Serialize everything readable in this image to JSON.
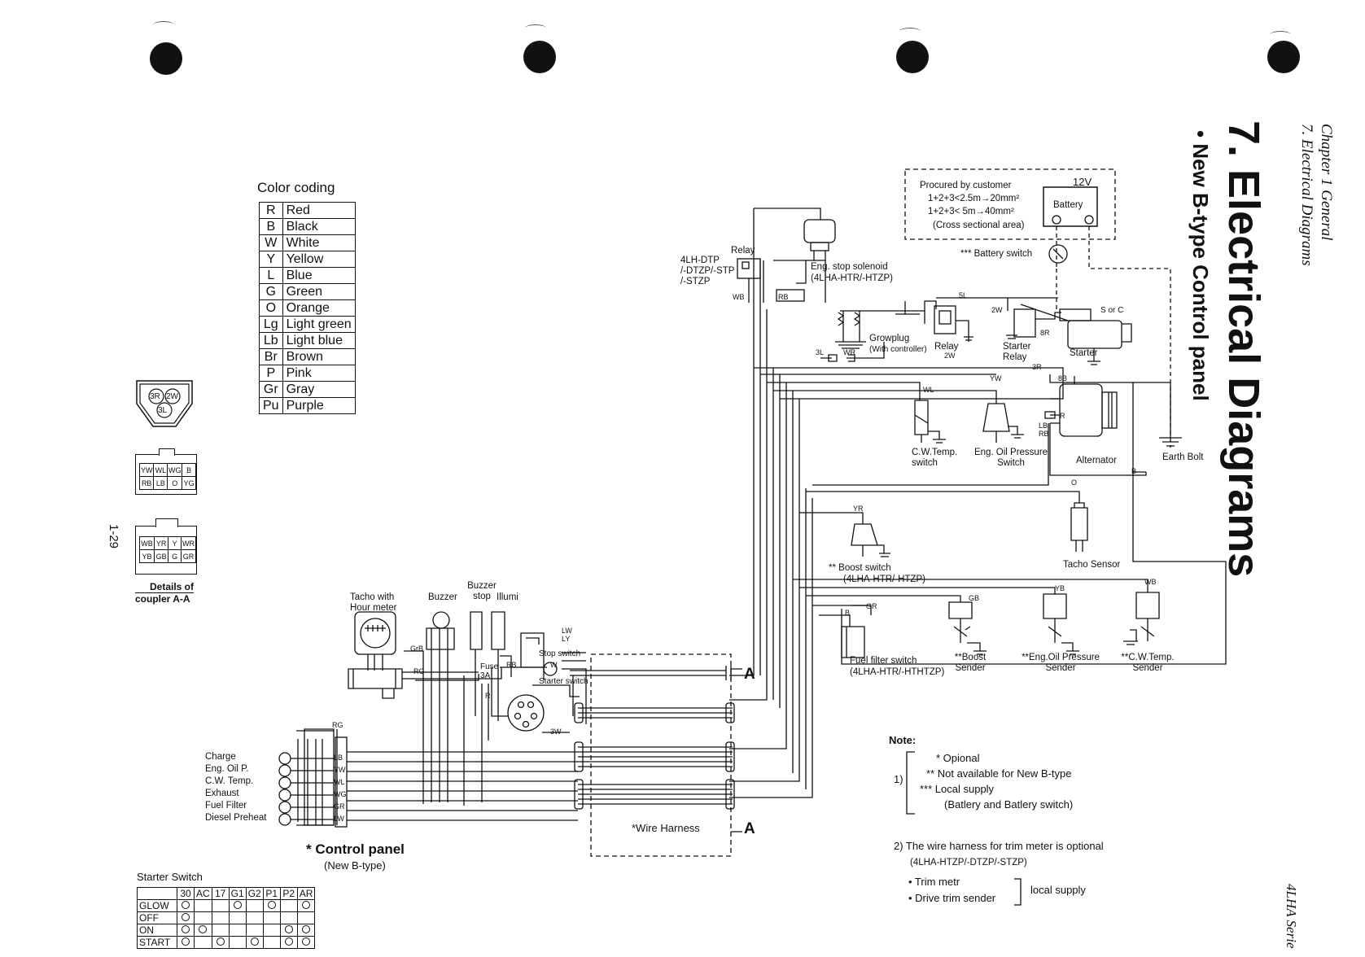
{
  "header": {
    "chapter": "Chapter 1 General",
    "section": "7. Electrical Diagrams",
    "title": "7. Electrical Diagrams",
    "subtitle": "• New B-type Control panel",
    "footer_series": "4LHA Serie",
    "page_number": "1-29"
  },
  "color_coding": {
    "title": "Color coding",
    "rows": [
      {
        "code": "R",
        "name": "Red"
      },
      {
        "code": "B",
        "name": "Black"
      },
      {
        "code": "W",
        "name": "White"
      },
      {
        "code": "Y",
        "name": "Yellow"
      },
      {
        "code": "L",
        "name": "Blue"
      },
      {
        "code": "G",
        "name": "Green"
      },
      {
        "code": "O",
        "name": "Orange"
      },
      {
        "code": "Lg",
        "name": "Light green"
      },
      {
        "code": "Lb",
        "name": "Light blue"
      },
      {
        "code": "Br",
        "name": "Brown"
      },
      {
        "code": "P",
        "name": "Pink"
      },
      {
        "code": "Gr",
        "name": "Gray"
      },
      {
        "code": "Pu",
        "name": "Purple"
      }
    ]
  },
  "coupler_details": {
    "triangle": [
      "3R",
      "2W",
      "3L"
    ],
    "coupler1": [
      [
        "YW",
        "WL",
        "WG",
        "B"
      ],
      [
        "RB",
        "LB",
        "O",
        "YG"
      ]
    ],
    "coupler2": [
      [
        "WB",
        "YR",
        "Y",
        "WR"
      ],
      [
        "YB",
        "GB",
        "G",
        "GR"
      ]
    ],
    "label_line1": "Details of",
    "label_line2": "coupler A-A"
  },
  "battery_box": {
    "line1": "Procured by customer",
    "line2": "1+2+3<2.5m→20mm²",
    "line3": "1+2+3< 5m→40mm²",
    "line4": "(Cross sectional area)",
    "voltage": "12V",
    "battery": "Battery",
    "battery_switch": "*** Battery switch"
  },
  "components": {
    "relay": "Relay",
    "relay_models": [
      "4LH-DTP",
      "/-DTZP/-STP",
      "/-STZP"
    ],
    "eng_stop_solenoid": "Eng. stop solenoid",
    "eng_stop_solenoid_models": "(4LHA-HTR/-HTZP)",
    "growplug": "Growplug",
    "growplug_note": "(With controller)",
    "relay2": "Relay",
    "starter_relay": "Starter Relay",
    "starter": "Starter",
    "s_or_c": "S or C",
    "cw_temp_switch": "C.W.Temp. switch",
    "eng_oil_pressure_switch": "Eng. Oil Pressure Switch",
    "alternator": "Alternator",
    "earth_bolt": "Earth Bolt",
    "tacho_sensor": "Tacho Sensor",
    "boost_switch": "** Boost switch",
    "boost_switch_models": "(4LHA-HTR/-HTZP)",
    "fuel_filter_switch": "Fuel filter switch",
    "fuel_filter_switch_models": "(4LHA-HTR/-HTHTZP)",
    "boost_sender": "**Boost Sender",
    "oil_pressure_sender": "**Eng.Oil Pressure Sender",
    "cw_temp_sender": "**C.W.Temp. Sender",
    "tacho_hour_meter": "Tacho with Hour meter",
    "buzzer": "Buzzer",
    "buzzer_stop": "Buzzer stop",
    "illumi": "Illumi",
    "fuse": "Fuse 3A",
    "stop_switch": "Stop switch",
    "starter_switch": "Starter switch",
    "wire_harness": "*Wire Harness",
    "section_a": "A",
    "control_panel": "* Control panel",
    "control_panel_sub": "(New B-type)"
  },
  "indicators": [
    "Charge",
    "Eng. Oil P.",
    "C.W. Temp.",
    "Exhaust",
    "Fuel Filter",
    "Diesel Preheat"
  ],
  "wire_labels": [
    "5L",
    "2W",
    "2W",
    "3L",
    "WR",
    "3R",
    "8R",
    "8B",
    "WL",
    "YW",
    "LB",
    "RB",
    "R",
    "O",
    "B",
    "YR",
    "YB",
    "GB",
    "WB",
    "GR",
    "B",
    "RG",
    "GrB",
    "LW",
    "LY",
    "RB",
    "W",
    "R",
    "3W",
    "RG",
    "LB",
    "YW",
    "WL",
    "WG",
    "GR",
    "LW",
    "RB",
    "WB"
  ],
  "notes": {
    "title": "Note:",
    "item1_num": "1)",
    "item1_lines": [
      "* Opional",
      "** Not available for New B-type",
      "*** Local supply",
      "(Batlery and Batlery switch)"
    ],
    "item2": "2) The wire harness for trim meter is optional",
    "item2_models": "(4LHA-HTZP/-DTZP/-STZP)",
    "trim_items": [
      "• Trim metr",
      "• Drive trim sender"
    ],
    "local_supply": "local supply"
  },
  "starter_switch_table": {
    "title": "Starter Switch",
    "columns": [
      "",
      "30",
      "AC",
      "17",
      "G1",
      "G2",
      "P1",
      "P2",
      "AR"
    ],
    "rows": [
      "GLOW",
      "OFF",
      "ON",
      "START"
    ]
  }
}
